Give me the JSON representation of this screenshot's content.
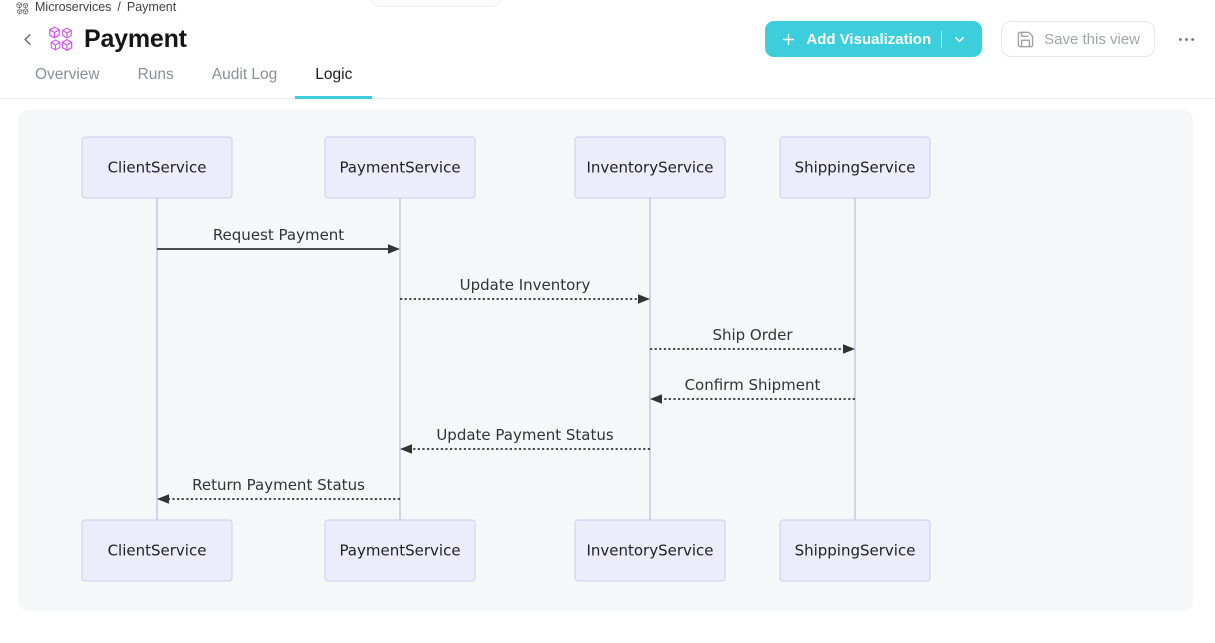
{
  "breadcrumb": {
    "root": "Microservices",
    "separator": "/",
    "current": "Payment"
  },
  "header": {
    "title": "Payment"
  },
  "toolbar": {
    "add_visualization_label": "Add Visualization",
    "save_view_label": "Save this view"
  },
  "tabs": [
    {
      "label": "Overview",
      "active": false
    },
    {
      "label": "Runs",
      "active": false
    },
    {
      "label": "Audit Log",
      "active": false
    },
    {
      "label": "Logic",
      "active": true
    }
  ],
  "icons": [
    "cubes-icon",
    "chevron-left-icon",
    "plus-icon",
    "chevron-down-icon",
    "floppy-icon",
    "ellipsis-icon"
  ],
  "colors": {
    "accent_teal": "#3CCFDB",
    "icon_purple": "#D453F0",
    "panel_bg": "#F6F7F9",
    "actor_fill": "#ECECFB",
    "actor_border": "#CECDF0",
    "lifeline": "#D6D3E8",
    "message": "#333333"
  },
  "diagram": {
    "type": "sequence",
    "actors": [
      "ClientService",
      "PaymentService",
      "InventoryService",
      "ShippingService"
    ],
    "messages": [
      {
        "from": "ClientService",
        "to": "PaymentService",
        "label": "Request Payment",
        "style": "solid"
      },
      {
        "from": "PaymentService",
        "to": "InventoryService",
        "label": "Update Inventory",
        "style": "dotted"
      },
      {
        "from": "InventoryService",
        "to": "ShippingService",
        "label": "Ship Order",
        "style": "dotted"
      },
      {
        "from": "ShippingService",
        "to": "InventoryService",
        "label": "Confirm Shipment",
        "style": "dotted"
      },
      {
        "from": "InventoryService",
        "to": "PaymentService",
        "label": "Update Payment Status",
        "style": "dotted"
      },
      {
        "from": "PaymentService",
        "to": "ClientService",
        "label": "Return Payment Status",
        "style": "dotted"
      }
    ]
  }
}
